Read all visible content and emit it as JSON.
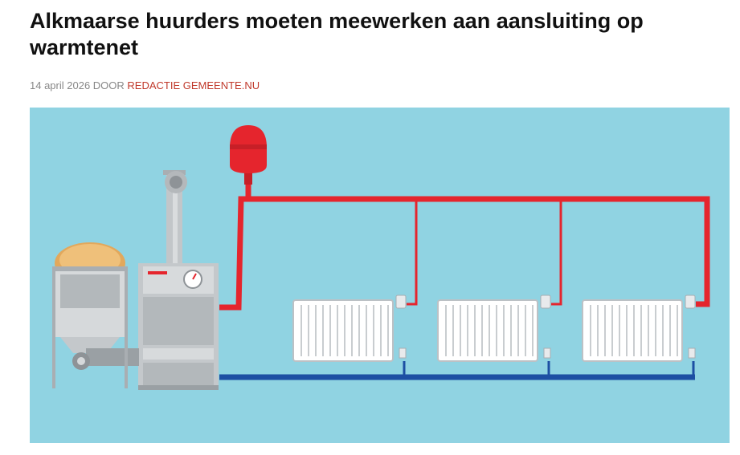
{
  "article": {
    "title": "Alkmaarse huurders moeten meewerken aan aansluiting op warmtenet",
    "date": "14 april 2026",
    "by_label": "DOOR",
    "author": "REDACTIE GEMEENTE.NU"
  },
  "colors": {
    "author_accent": "#c0392b",
    "hero_background": "#90d3e2",
    "supply_pipe": "#e5252d",
    "return_pipe": "#1d4fa3"
  },
  "hero": {
    "icons": [
      "pellet-hopper-icon",
      "boiler-icon",
      "chimney-icon",
      "expansion-vessel-icon",
      "radiator-icon"
    ]
  }
}
